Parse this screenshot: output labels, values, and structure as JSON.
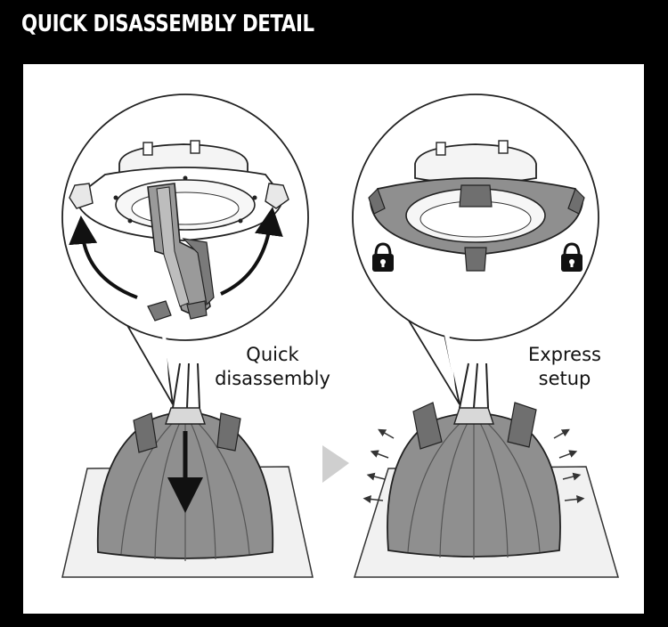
{
  "header": {
    "title": "QUICK DISASSEMBLY DETAIL"
  },
  "labels": {
    "quick_line1": "Quick",
    "quick_line2": "disassembly",
    "express_line1": "Express",
    "express_line2": "setup"
  },
  "colors": {
    "background": "#000000",
    "panel": "#ffffff",
    "ink": "#111111",
    "softbox_fill": "#8f8f8f",
    "softbox_dark": "#6f6f6f",
    "floor": "#f1f1f1",
    "next_arrow": "#cfcfcf"
  },
  "icons": [
    "lock-icon",
    "lock-icon",
    "arrow-down-icon",
    "curved-arrow-icon",
    "next-arrow-icon"
  ]
}
